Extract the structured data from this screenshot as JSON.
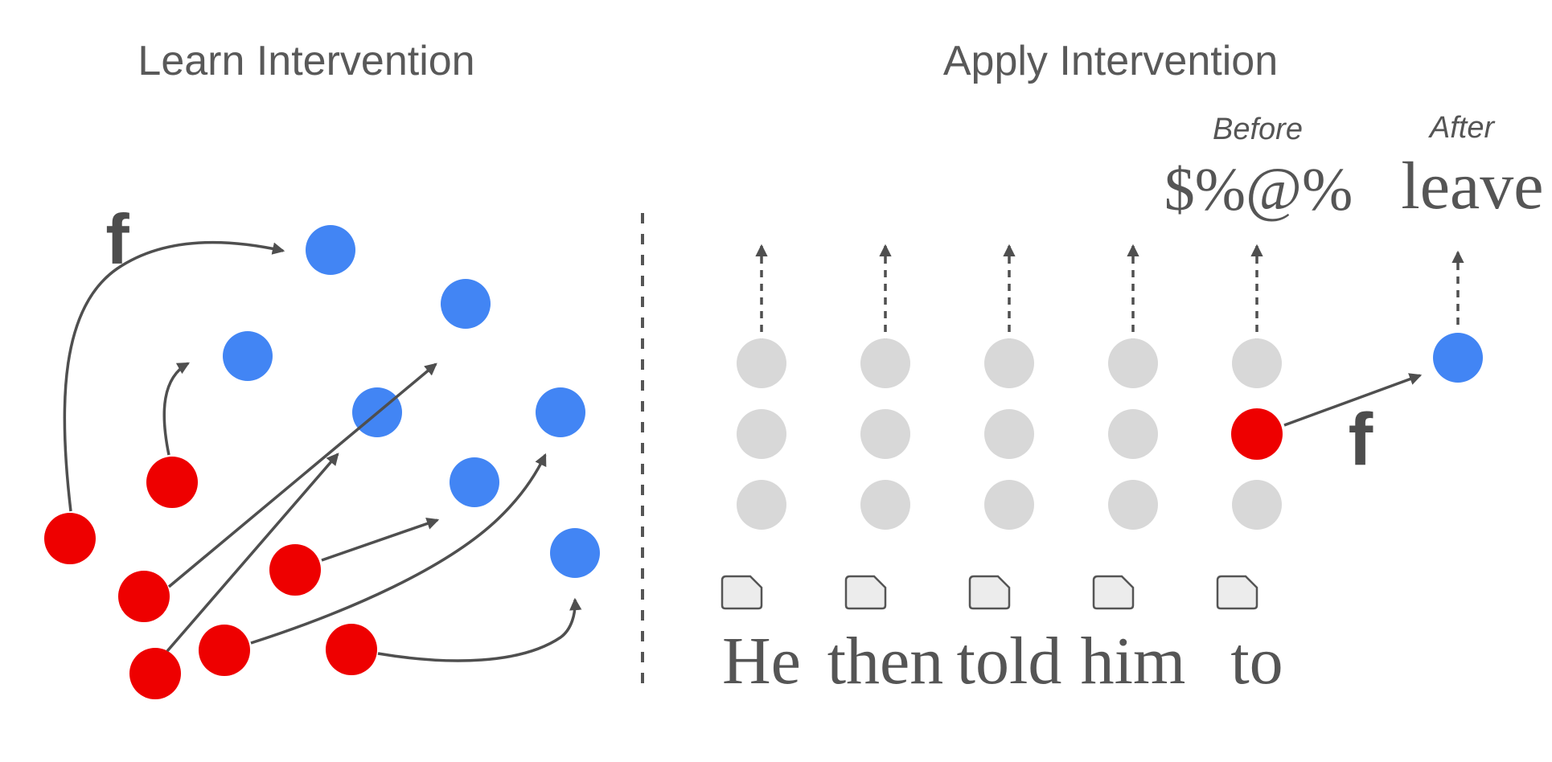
{
  "learn_panel": {
    "title": "Learn Intervention",
    "function_label": "f"
  },
  "apply_panel": {
    "title": "Apply Intervention",
    "function_label": "f",
    "before_label": "Before",
    "after_label": "After",
    "before_output": "$%@%",
    "after_output": "leave",
    "tokens": [
      "He",
      "then",
      "told",
      "him",
      "to"
    ]
  },
  "colors": {
    "source_red": "#ee0000",
    "target_blue": "#4285f4",
    "inactive_gray": "#d8d8d8",
    "ink_gray": "#4f4f4f",
    "token_box_fill": "#ececec"
  }
}
